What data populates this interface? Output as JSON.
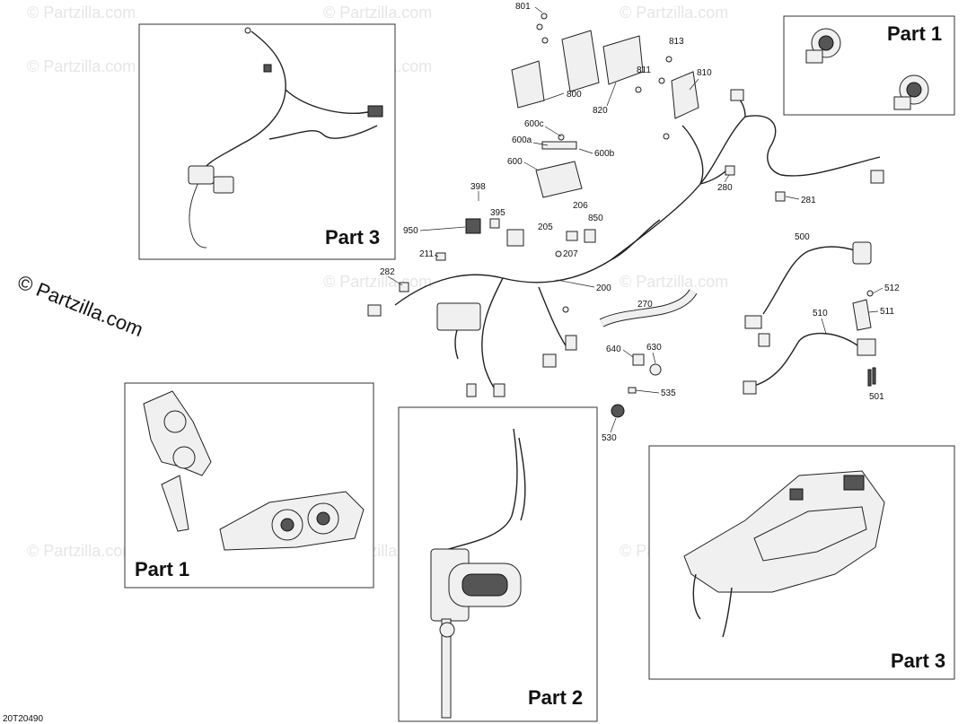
{
  "watermark": {
    "text": "© Partzilla.com"
  },
  "copyright": {
    "text": "© Partzilla.com"
  },
  "diagram_code": "20T20490",
  "insets": {
    "top_left": {
      "label": "Part 3"
    },
    "top_right": {
      "label": "Part 1"
    },
    "mid_left": {
      "label": "Part 1"
    },
    "bottom_center": {
      "label": "Part 2"
    },
    "bottom_right": {
      "label": "Part 3"
    }
  },
  "callouts": [
    "801",
    "800",
    "820",
    "813",
    "811",
    "810",
    "600c",
    "600a",
    "600b",
    "600",
    "398",
    "395",
    "950",
    "206",
    "205",
    "850",
    "207",
    "211",
    "282",
    "200",
    "280",
    "281",
    "270",
    "500",
    "512",
    "511",
    "510",
    "640",
    "630",
    "535",
    "530",
    "501"
  ]
}
